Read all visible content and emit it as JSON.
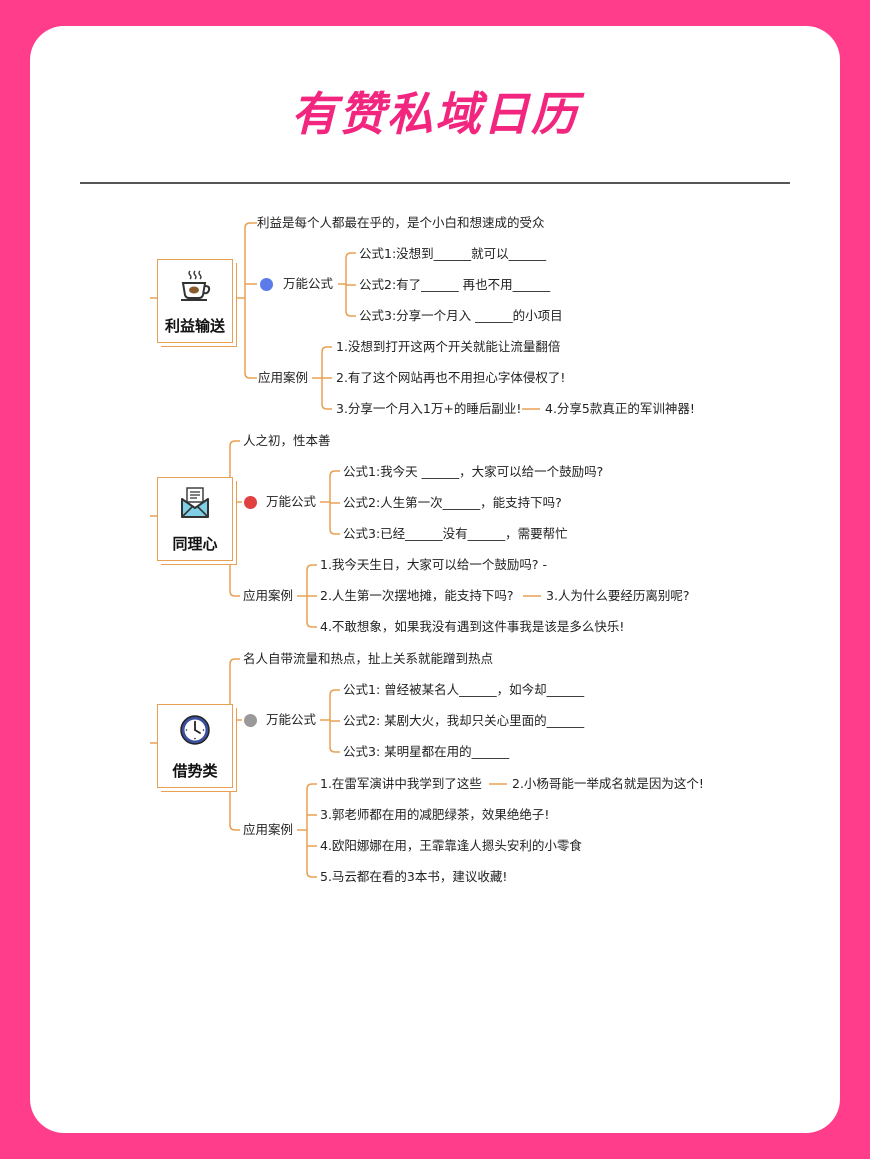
{
  "title": "有赞私域日历",
  "groups": [
    {
      "label": "利益输送",
      "icon": "coffee-cup-icon",
      "intro": "利益是每个人都最在乎的，是个小白和想速成的受众",
      "formula_label": "万能公式",
      "formula_dot_color": "#5b7be8",
      "formulas": [
        "公式1:没想到______就可以______",
        "公式2:有了______ 再也不用______",
        "公式3:分享一个月入 ______的小项目"
      ],
      "case_label": "应用案例",
      "cases": [
        "1.没想到打开这两个开关就能让流量翻倍",
        "2.有了这个网站再也不用担心字体侵权了!",
        "3.分享一个月入1万+的睡后副业!",
        "4.分享5款真正的军训神器!"
      ]
    },
    {
      "label": "同理心",
      "icon": "envelope-icon",
      "intro": "人之初，性本善",
      "formula_label": "万能公式",
      "formula_dot_color": "#e04040",
      "formulas": [
        "公式1:我今天 ______，大家可以给一个鼓励吗?",
        "公式2:人生第一次______，能支持下吗?",
        "公式3:已经______没有______，需要帮忙"
      ],
      "case_label": "应用案例",
      "cases": [
        "1.我今天生日，大家可以给一个鼓励吗? -",
        "2.人生第一次摆地摊，能支持下吗?",
        "3.人为什么要经历离别呢?",
        "4.不敢想象，如果我没有遇到这件事我是该是多么快乐!"
      ]
    },
    {
      "label": "借势类",
      "icon": "clock-icon",
      "intro": "名人自带流量和热点，扯上关系就能蹭到热点",
      "formula_label": "万能公式",
      "formula_dot_color": "#9a9a9a",
      "formulas": [
        "公式1: 曾经被某名人______，如今却______",
        "公式2: 某剧大火，我却只关心里面的______",
        "公式3: 某明星都在用的______"
      ],
      "case_label": "应用案例",
      "cases": [
        "1.在雷军演讲中我学到了这些",
        "2.小杨哥能一举成名就是因为这个!",
        "3.郭老师都在用的减肥绿茶，效果绝绝子!",
        "4.欧阳娜娜在用，王霏靠逢人摁头安利的小零食",
        "5.马云都在看的3本书，建议收藏!"
      ]
    }
  ]
}
